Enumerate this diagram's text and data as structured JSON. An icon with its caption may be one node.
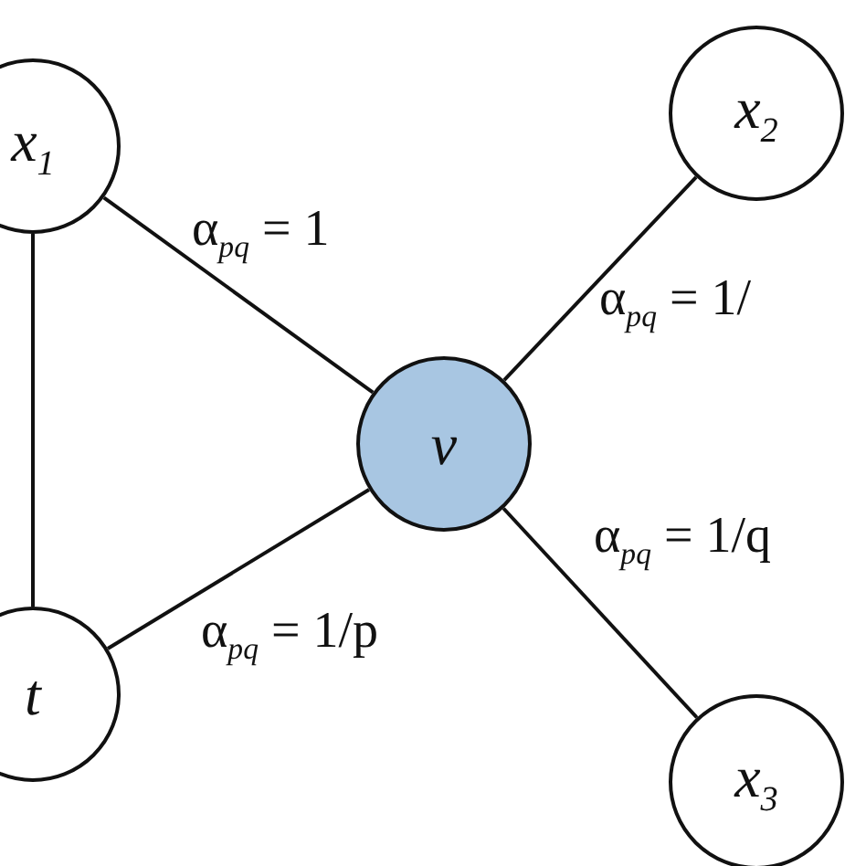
{
  "diagram": {
    "nodes": [
      {
        "text": [
          "x$_{1}$"
        ]
      },
      {
        "text": [
          "t"
        ]
      },
      {
        "text": [
          "v"
        ]
      },
      {
        "text": [
          "x$_{2}$"
        ]
      },
      {
        "text": [
          "x$_{3}$"
        ]
      }
    ],
    "edges": [
      {
        "from": 0,
        "to": 1,
        "arrow": "none"
      },
      {
        "from": 0,
        "to": 2,
        "arrow": "none",
        "label": "α$_{pq}$ = 1"
      },
      {
        "from": 2,
        "to": 1,
        "arrow": "none",
        "label": "α$_{pq}$ = 1/p"
      },
      {
        "from": 2,
        "to": 3,
        "arrow": "none",
        "label": "α$_{pq}$ = 1/"
      },
      {
        "from": 2,
        "to": 4,
        "arrow": "none",
        "label": "α$_{pq}$ = 1/q"
      }
    ]
  }
}
